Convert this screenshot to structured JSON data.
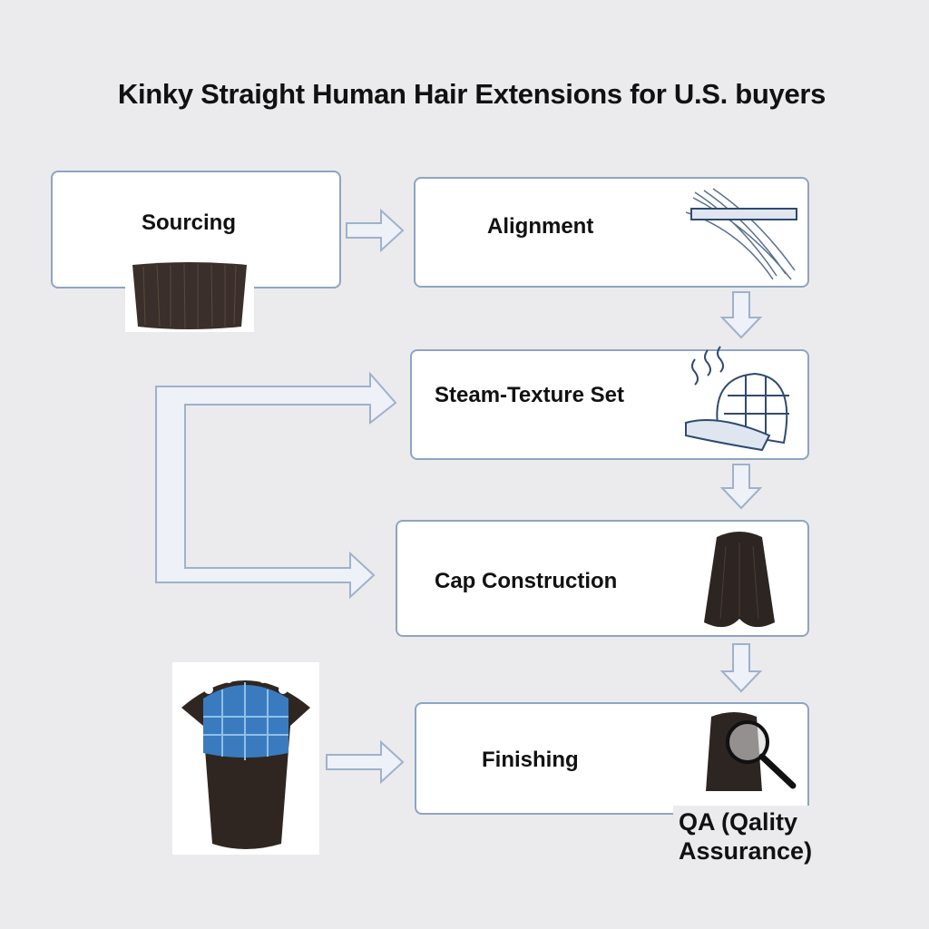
{
  "title": "Kinky Straight Human Hair Extensions for U.S. buyers",
  "steps": [
    {
      "label": "Sourcing",
      "icon": "hair-swatch-icon"
    },
    {
      "label": "Alignment",
      "icon": "hair-alignment-icon"
    },
    {
      "label": "Steam-Texture Set",
      "icon": "steam-cap-icon"
    },
    {
      "label": "Cap Construction",
      "icon": "hair-bundle-icon"
    },
    {
      "label": "Finishing",
      "icon": "magnifier-hair-icon"
    }
  ],
  "qa_label": "QA (Qality Assurance)",
  "colors": {
    "border": "#8fa4c2",
    "arrow": "#9fb1cc",
    "background": "#ebebed"
  }
}
